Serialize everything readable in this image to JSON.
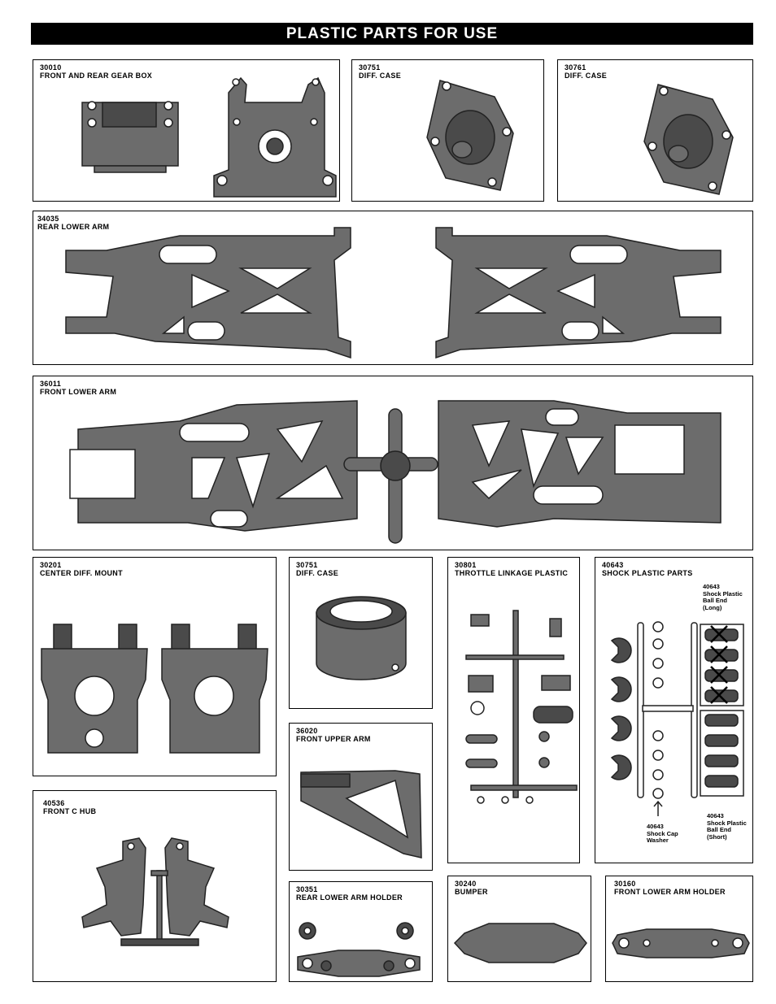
{
  "title": "PLASTIC PARTS FOR USE",
  "parts": [
    {
      "code": "30010",
      "name": "FRONT AND REAR GEAR BOX"
    },
    {
      "code": "30751",
      "name": "DIFF. CASE"
    },
    {
      "code": "30761",
      "name": "DIFF. CASE"
    },
    {
      "code": "34035",
      "name": "REAR LOWER ARM"
    },
    {
      "code": "36011",
      "name": "FRONT LOWER ARM"
    },
    {
      "code": "30201",
      "name": "CENTER DIFF. MOUNT"
    },
    {
      "code": "30751",
      "name": "DIFF. CASE"
    },
    {
      "code": "30801",
      "name": "THROTTLE LINKAGE PLASTIC"
    },
    {
      "code": "40643",
      "name": "SHOCK PLASTIC PARTS"
    },
    {
      "code": "36020",
      "name": "FRONT UPPER ARM"
    },
    {
      "code": "40536",
      "name": "FRONT C HUB"
    },
    {
      "code": "30351",
      "name": "REAR LOWER ARM HOLDER"
    },
    {
      "code": "30240",
      "name": "BUMPER"
    },
    {
      "code": "30160",
      "name": "FRONT LOWER ARM HOLDER"
    }
  ],
  "shock_notes": {
    "long": {
      "code": "40643",
      "l1": "Shock Plastic",
      "l2": "Ball End",
      "l3": "(Long)"
    },
    "washer": {
      "code": "40643",
      "l1": "Shock Cap",
      "l2": "Washer"
    },
    "short": {
      "code": "40643",
      "l1": "Shock Plastic",
      "l2": "Ball End",
      "l3": "(Short)"
    }
  }
}
